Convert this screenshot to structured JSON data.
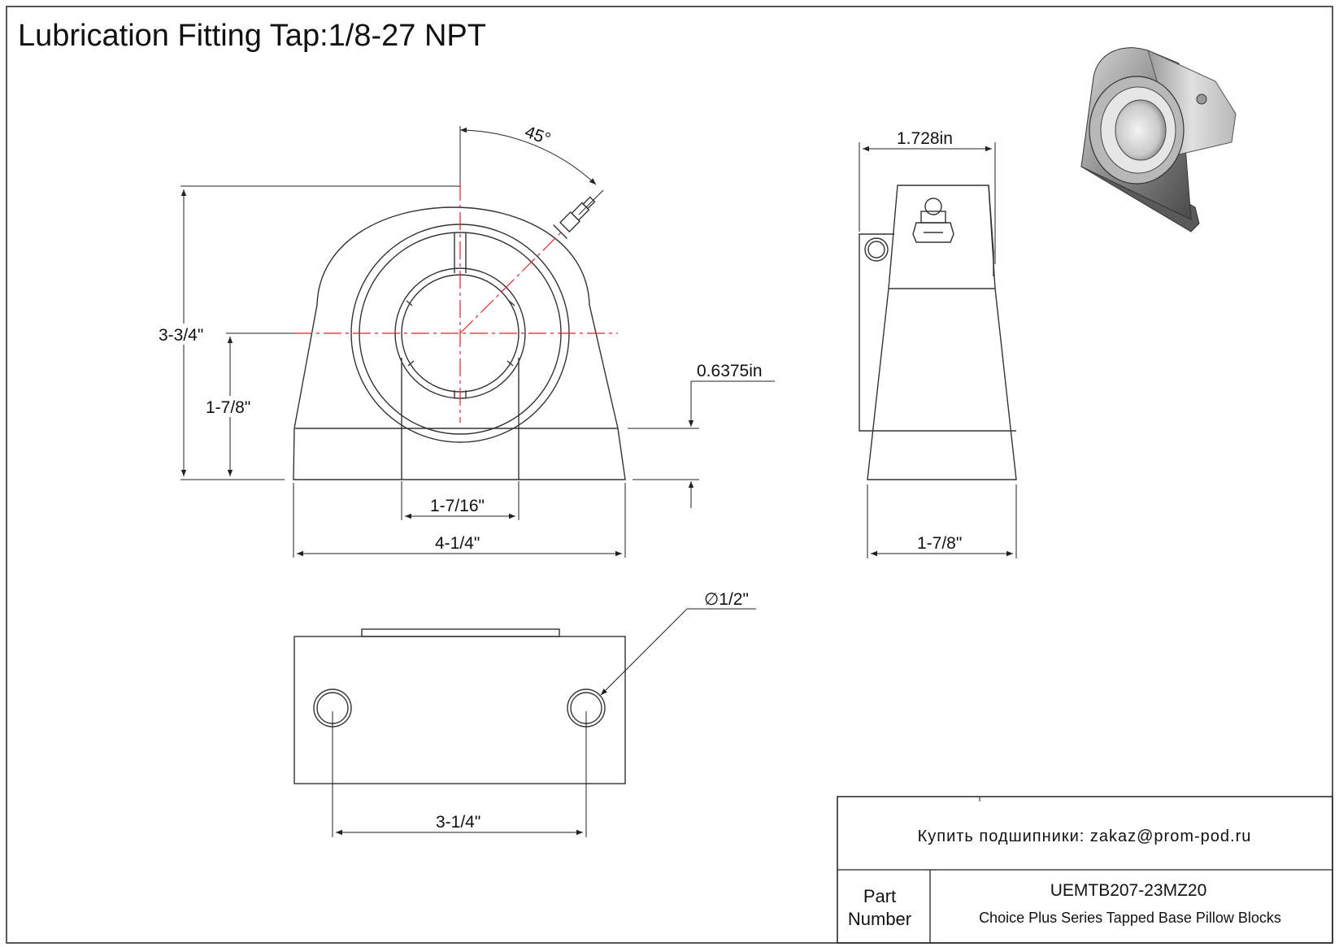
{
  "title": "Lubrication Fitting Tap:1/8-27 NPT",
  "dimensions": {
    "angle": "45°",
    "overall_height": "3-3/4\"",
    "center_height": "1-7/8\"",
    "base_thickness": "0.6375in",
    "bore": "1-7/16\"",
    "overall_length": "4-1/4\"",
    "side_width_top": "1.728in",
    "side_width_base": "1-7/8\"",
    "tap_diameter": "∅1/2\"",
    "bolt_spacing": "3-1/4\""
  },
  "title_block": {
    "contact": "Купить подшипники: zakaz@prom-pod.ru",
    "part_label_line1": "Part",
    "part_label_line2": "Number",
    "part_number": "UEMTB207-23MZ20",
    "description": "Choice Plus Series Tapped Base Pillow Blocks"
  },
  "colors": {
    "centerline": "#e0202a",
    "line": "#222222",
    "background": "#ffffff"
  }
}
